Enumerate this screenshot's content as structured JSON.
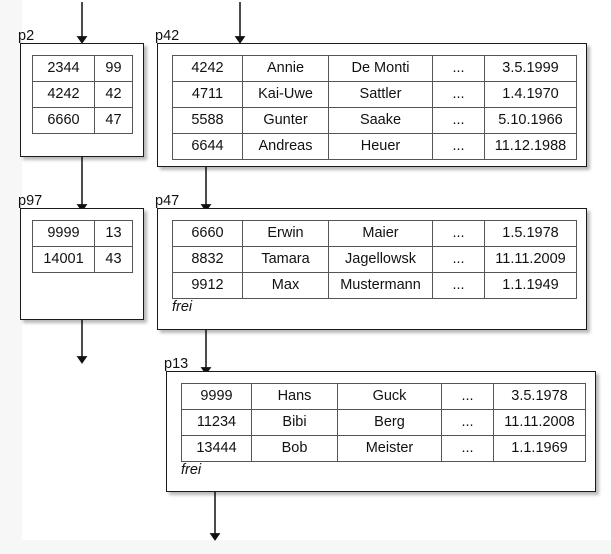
{
  "diagram": {
    "title": "B-tree / index page chain diagram",
    "background_color": "#f7f7f7",
    "sheet_color": "#ffffff",
    "line_color": "#1a1a1a",
    "ellipsis": "..."
  },
  "pages": [
    {
      "id": "p2",
      "label": "p2",
      "kind": "index",
      "columns": 2,
      "rows": [
        [
          "2344",
          "99"
        ],
        [
          "4242",
          "42"
        ],
        [
          "6660",
          "47"
        ]
      ],
      "free_label": null
    },
    {
      "id": "p42",
      "label": "p42",
      "kind": "data",
      "columns": 5,
      "rows": [
        [
          "4242",
          "Annie",
          "De Monti",
          "...",
          "3.5.1999"
        ],
        [
          "4711",
          "Kai-Uwe",
          "Sattler",
          "...",
          "1.4.1970"
        ],
        [
          "5588",
          "Gunter",
          "Saake",
          "...",
          "5.10.1966"
        ],
        [
          "6644",
          "Andreas",
          "Heuer",
          "...",
          "11.12.1988"
        ]
      ],
      "free_label": null
    },
    {
      "id": "p97",
      "label": "p97",
      "kind": "index",
      "columns": 2,
      "rows": [
        [
          "9999",
          "13"
        ],
        [
          "14001",
          "43"
        ]
      ],
      "free_label": null
    },
    {
      "id": "p47",
      "label": "p47",
      "kind": "data",
      "columns": 5,
      "rows": [
        [
          "6660",
          "Erwin",
          "Maier",
          "...",
          "1.5.1978"
        ],
        [
          "8832",
          "Tamara",
          "Jagellowsk",
          "...",
          "11.11.2009"
        ],
        [
          "9912",
          "Max",
          "Mustermann",
          "...",
          "1.1.1949"
        ]
      ],
      "free_label": "frei"
    },
    {
      "id": "p13",
      "label": "p13",
      "kind": "data",
      "columns": 5,
      "rows": [
        [
          "9999",
          "Hans",
          "Guck",
          "...",
          "3.5.1978"
        ],
        [
          "11234",
          "Bibi",
          "Berg",
          "...",
          "11.11.2008"
        ],
        [
          "13444",
          "Bob",
          "Meister",
          "...",
          "1.1.1969"
        ]
      ],
      "free_label": "frei"
    }
  ],
  "arrows": [
    {
      "name": "arrow-into-p2",
      "from": "above",
      "to": "p2"
    },
    {
      "name": "arrow-into-p42",
      "from": "above",
      "to": "p42"
    },
    {
      "name": "arrow-p2-to-p97",
      "from": "p2",
      "to": "below"
    },
    {
      "name": "arrow-p42-to-p47",
      "from": "p42",
      "to": "p47"
    },
    {
      "name": "arrow-p97-down",
      "from": "p97",
      "to": "below"
    },
    {
      "name": "arrow-p47-to-p13",
      "from": "p47",
      "to": "p13"
    },
    {
      "name": "arrow-p13-down",
      "from": "p13",
      "to": "below"
    }
  ]
}
